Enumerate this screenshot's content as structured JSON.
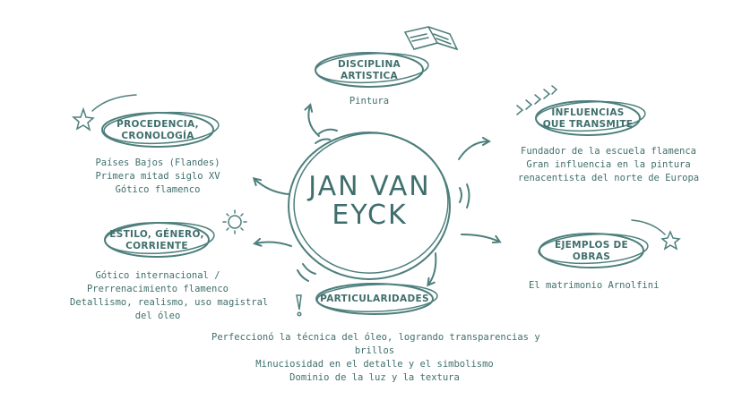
{
  "center": {
    "line1": "JAN VAN",
    "line2": "EYCK"
  },
  "colors": {
    "ink": "#4d7f7c",
    "text": "#3f6f6c",
    "background": "#ffffff"
  },
  "nodes": {
    "disciplina": {
      "label1": "DISCIPLINA",
      "label2": "ARTISTICA",
      "icon": "open-book-icon",
      "desc": [
        "Pintura"
      ]
    },
    "influencias": {
      "label1": "INFLUENCIAS",
      "label2": "QUE TRANSMITE",
      "icon": "arrows-icon",
      "desc": [
        "Fundador de la escuela flamenca",
        "Gran influencia en la pintura",
        "renacentista del norte de Europa"
      ]
    },
    "procedencia": {
      "label1": "PROCEDENCIA,",
      "label2": "CRONOLOGÍA",
      "icon": "shooting-star-icon",
      "desc": [
        "Países Bajos (Flandes)",
        "Primera mitad siglo XV",
        "Gótico flamenco"
      ]
    },
    "estilo": {
      "label1": "ESTILO, GÉNERO,",
      "label2": "CORRIENTE",
      "icon": "sun-icon",
      "desc": [
        "Gótico internacional /",
        "Prerrenacimiento flamenco",
        "Detallismo, realismo, uso magistral",
        "del óleo"
      ]
    },
    "ejemplos": {
      "label1": "EJEMPLOS DE",
      "label2": "OBRAS",
      "icon": "shooting-star-icon",
      "desc": [
        "El matrimonio Arnolfini"
      ]
    },
    "particularidades": {
      "label1": "PARTICULARIDADES",
      "icon": "exclamation-icon",
      "desc": [
        "Perfeccionó la técnica del óleo, logrando transparencias y",
        "brillos",
        "Minuciosidad en el detalle y el simbolismo",
        "Dominio de la luz y la textura"
      ]
    }
  }
}
